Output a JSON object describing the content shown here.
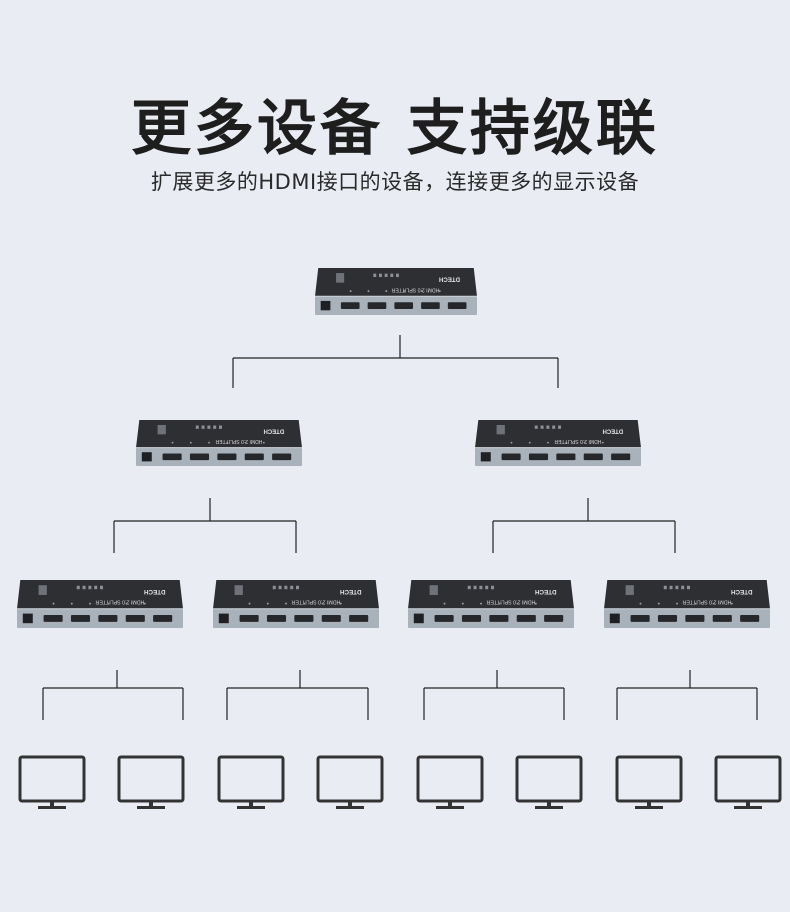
{
  "header": {
    "title": "更多设备 支持级联",
    "subtitle": "扩展更多的HDMI接口的设备，连接更多的显示设备"
  },
  "device": {
    "brand": "DTECH",
    "model": "HDMI 2.0 SPLITTER",
    "hdmi_port_count": 5
  },
  "diagram": {
    "tiers": [
      {
        "level": 1,
        "splitters": 1
      },
      {
        "level": 2,
        "splitters": 2
      },
      {
        "level": 3,
        "splitters": 4
      }
    ],
    "displays": 8
  },
  "colors": {
    "background": "#e9edf3",
    "splitter_top": "#2e2f33",
    "splitter_front": "#a9b1bb",
    "port": "#26272b",
    "connector_line": "#222222",
    "monitor_outline": "#333333"
  },
  "icons": {
    "splitter": "hdmi-splitter-icon",
    "display": "monitor-icon"
  }
}
